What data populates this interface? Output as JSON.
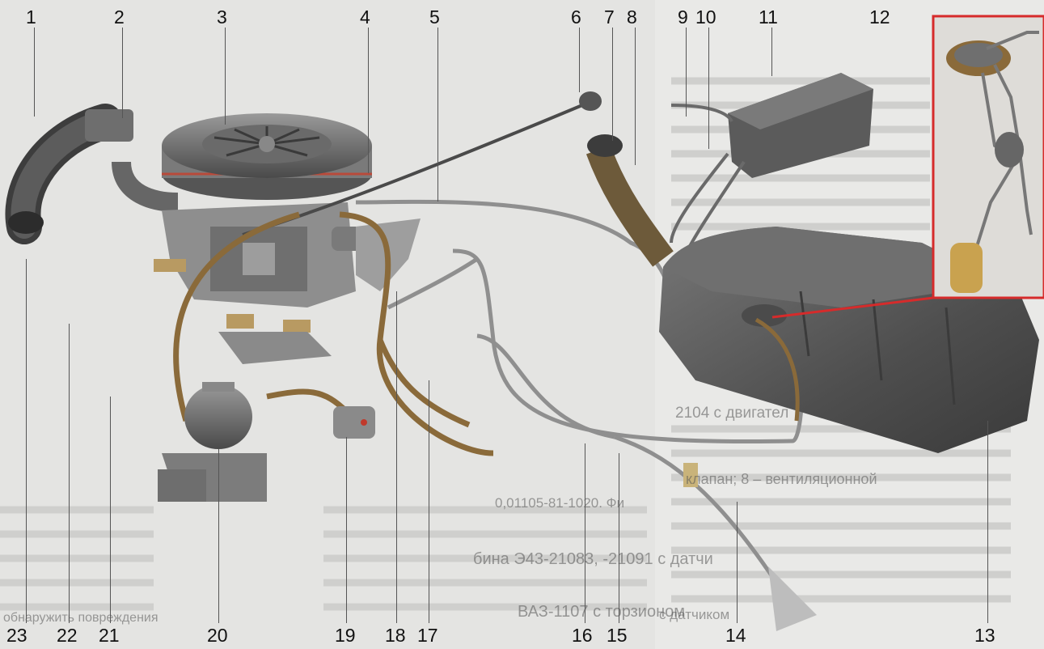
{
  "callouts": [
    "1",
    "2",
    "3",
    "4",
    "5",
    "6",
    "7",
    "8",
    "9",
    "10",
    "11",
    "12",
    "13",
    "14",
    "15",
    "16",
    "17",
    "18",
    "19",
    "20",
    "21",
    "22",
    "23"
  ],
  "page_text": [
    "0,01105-81-1020. Фи",
    "бина Э43-21083, -21091 с датчи",
    "ВАЗ-1107 с торзионом",
    "2104 с двигател",
    "клапан; 8 – вентиляционной",
    "с датчиком",
    "обнаружить повреждения"
  ],
  "colors": {
    "inset_border": "#d62b2b",
    "fuel_hose": "#8a6a3a",
    "label_text": "#111111"
  }
}
